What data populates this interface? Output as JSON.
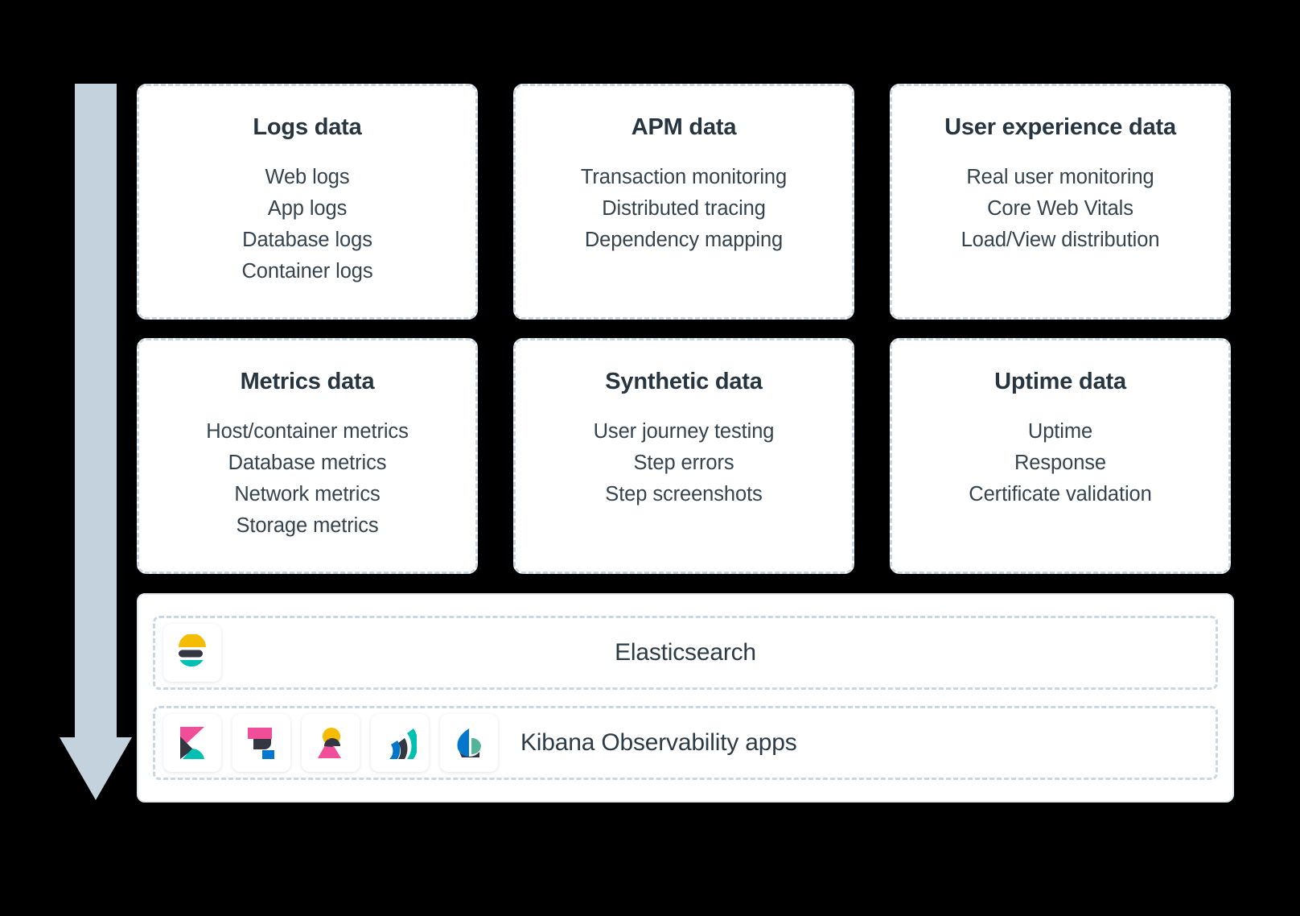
{
  "diagram": {
    "flow_arrow": {
      "direction": "down",
      "color": "#c3d2dd"
    },
    "cards": [
      {
        "title": "Logs data",
        "items": [
          "Web logs",
          "App logs",
          "Database logs",
          "Container logs"
        ]
      },
      {
        "title": "APM data",
        "items": [
          "Transaction monitoring",
          "Distributed tracing",
          "Dependency mapping"
        ]
      },
      {
        "title": "User experience data",
        "items": [
          "Real user monitoring",
          "Core Web Vitals",
          "Load/View distribution"
        ]
      },
      {
        "title": "Metrics data",
        "items": [
          "Host/container metrics",
          "Database metrics",
          "Network metrics",
          "Storage metrics"
        ]
      },
      {
        "title": "Synthetic data",
        "items": [
          "User journey testing",
          "Step errors",
          "Step screenshots"
        ]
      },
      {
        "title": "Uptime data",
        "items": [
          "Uptime",
          "Response",
          "Certificate validation"
        ]
      }
    ],
    "platform": {
      "elasticsearch": {
        "label": "Elasticsearch",
        "icon": "elasticsearch-logo-icon"
      },
      "kibana": {
        "label": "Kibana Observability apps",
        "icons": [
          "kibana-logo-icon",
          "logs-app-icon",
          "metrics-app-icon",
          "uptime-app-icon",
          "user-experience-app-icon"
        ]
      }
    },
    "colors": {
      "background": "#000000",
      "card_background": "#ffffff",
      "card_border": "#c9d7e2",
      "heading_text": "#26353f",
      "body_text": "#34434e",
      "arrow": "#c3d2dd",
      "brand_yellow": "#f5bc00",
      "brand_teal": "#00bfb3",
      "brand_pink": "#f04e98",
      "brand_blue": "#0077cc",
      "brand_dark": "#343741"
    }
  }
}
